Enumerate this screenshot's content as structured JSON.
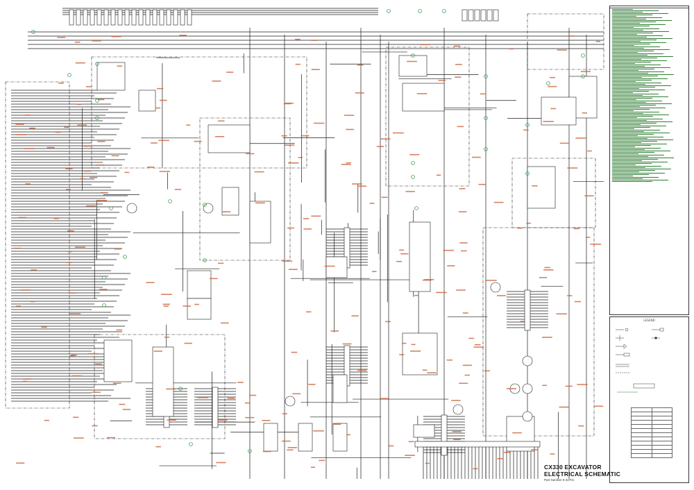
{
  "title_block": {
    "line1": "CX330 EXCAVATOR",
    "line2": "ELECTRICAL SCHEMATIC",
    "part_number": "Part Number 9-42701"
  },
  "colors": {
    "wire": "#1a1a1a",
    "label_orange": "#c8643a",
    "label_green": "#2e7d32",
    "ground_marker": "#3a9a4a"
  },
  "legend": {
    "header": "",
    "rows": []
  },
  "key": {
    "header": "LEGEND",
    "items": []
  }
}
